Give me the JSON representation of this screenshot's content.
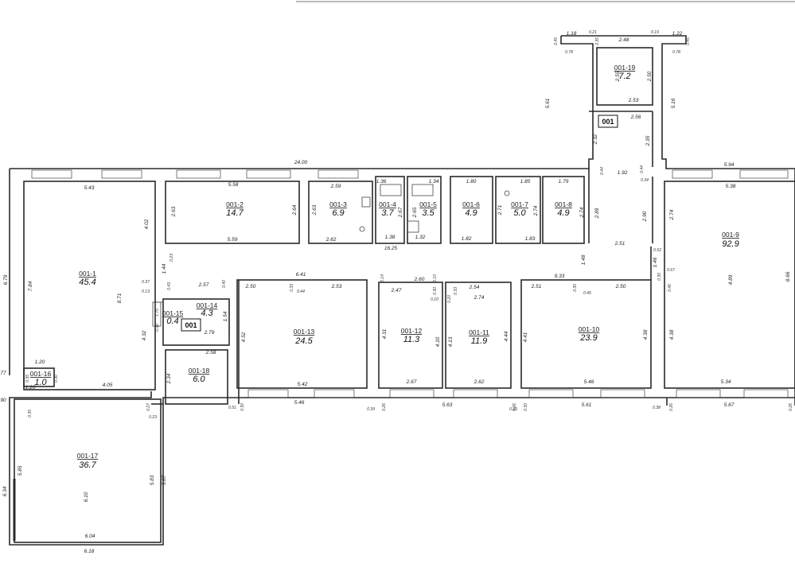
{
  "plan_tag": "001",
  "rooms": [
    {
      "id": "001-1",
      "area": "45.4"
    },
    {
      "id": "001-2",
      "area": "14.7"
    },
    {
      "id": "001-3",
      "area": "6.9"
    },
    {
      "id": "001-4",
      "area": "3.7"
    },
    {
      "id": "001-5",
      "area": "3.5"
    },
    {
      "id": "001-6",
      "area": "4.9"
    },
    {
      "id": "001-7",
      "area": "5.0"
    },
    {
      "id": "001-8",
      "area": "4.9"
    },
    {
      "id": "001-9",
      "area": "92.9"
    },
    {
      "id": "001-10",
      "area": "23.9"
    },
    {
      "id": "001-11",
      "area": "11.9"
    },
    {
      "id": "001-12",
      "area": "11.3"
    },
    {
      "id": "001-13",
      "area": "24.5"
    },
    {
      "id": "001-14",
      "area": "4.3"
    },
    {
      "id": "001-15",
      "area": "0.4"
    },
    {
      "id": "001-16",
      "area": "1.0"
    },
    {
      "id": "001-17",
      "area": "36.7"
    },
    {
      "id": "001-18",
      "area": "6.0"
    },
    {
      "id": "001-19",
      "area": "7.2"
    }
  ],
  "dims": {
    "d_2400": "24.00",
    "d_543": "5.43",
    "d_558": "5.58",
    "d_259": "2.59",
    "d_136": "1.36",
    "d_134": "1.34",
    "d_180": "1.80",
    "d_185": "1.85",
    "d_179": "1.79",
    "d_594": "5.94",
    "d_538": "5.38",
    "d_1825": "16.25",
    "d_559": "5.59",
    "d_262": "2.62",
    "d_138": "1.38",
    "d_132": "1.32",
    "d_182": "1.82",
    "d_183": "1.83",
    "d_251": "2.51",
    "d_148": "1.48",
    "d_641": "6.41",
    "d_250a": "2.50",
    "d_253": "2.53",
    "d_260": "2.60",
    "d_247": "2.47",
    "d_254": "2.54",
    "d_933": "9.33",
    "d_251b": "2.51",
    "d_250b": "2.50",
    "d_274a": "2.74",
    "d_257": "2.57",
    "d_279": "2.79",
    "d_258": "2.58",
    "d_542": "5.42",
    "d_267": "2.67",
    "d_262b": "2.62",
    "d_546": "5.46",
    "d_534": "5.34",
    "d_546b": "5.46",
    "d_563": "5.63",
    "d_561": "5.61",
    "d_567": "5.67",
    "d_405": "4.05",
    "d_120": "1.20",
    "d_120b": "1.20",
    "d_604": "6.04",
    "d_618": "6.18",
    "d_118": "1.18",
    "d_248": "2.48",
    "d_122": "1.22",
    "d_255": "2.55",
    "d_250c": "2.50",
    "d_253b": "2.53",
    "d_256": "2.56",
    "d_561v": "5.61",
    "d_516": "5.16",
    "d_232": "2.32",
    "d_235": "2.35",
    "d_192": "1.92",
    "d_290": "2.90",
    "d_274b": "2.74",
    "d_289": "2.89",
    "d_274c": "2.74",
    "d_271": "2.71",
    "d_274d": "2.74",
    "d_263": "2.63",
    "d_264": "2.64",
    "d_263b": "2.63",
    "d_267v": "2.67",
    "d_265": "2.65",
    "d_784": "7.84",
    "d_871": "8.71",
    "d_402": "4.02",
    "d_432": "4.32",
    "d_144": "1.44",
    "d_679": "6.79",
    "d_452": "4.52",
    "d_431": "4.31",
    "d_410": "4.10",
    "d_413": "4.13",
    "d_444": "4.44",
    "d_441": "4.41",
    "d_438": "4.38",
    "d_438b": "4.38",
    "d_489": "4.89",
    "d_866": "8.66",
    "d_146": "1.46",
    "d_154": "1.54",
    "d_234": "2.34",
    "d_585": "5.85",
    "d_610": "6.10",
    "d_583": "5.83",
    "d_587": "5.87",
    "d_634": "6.34",
    "s_021": "0.21",
    "s_019": "0.19",
    "s_045": "0.45",
    "s_078": "0.78",
    "s_078b": "0.78",
    "s_035": "0.35",
    "s_044": "0.44",
    "s_034": "0.34",
    "s_052": "0.52",
    "s_033": "0.33",
    "s_044b": "0.44",
    "s_014": "0.14",
    "s_010": "0.10",
    "s_030": "0.30",
    "s_010b": "0.10",
    "s_020": "0.20",
    "s_039": "0.39",
    "s_045b": "0.45",
    "s_030b": "0.30",
    "s_067": "0.67",
    "s_046": "0.46",
    "s_026": "0.26",
    "s_026b": "0.26",
    "s_030c": "0.30",
    "s_038": "0.38",
    "s_039b": "0.39",
    "s_026c": "0.26",
    "s_051": "0.51",
    "s_030d": "0.30",
    "s_023": "0.23",
    "s_037": "0.37",
    "s_013": "0.13",
    "s_043": "0.43",
    "s_040": "0.40",
    "s_030e": "0.30",
    "s_175": "1.75",
    "s_035b": "0.35",
    "s_027": "0.27",
    "s_023b": "0.23",
    "s_038b": "0.38",
    "s_030f": "0.30",
    "s_090": "90",
    "s_077": "77"
  }
}
